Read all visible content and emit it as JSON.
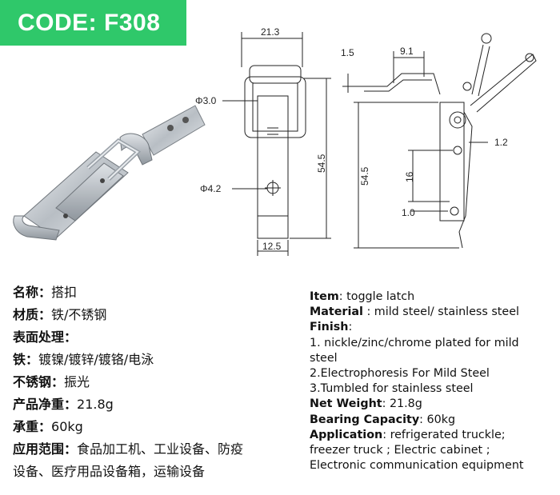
{
  "code_badge": "CODE: F308",
  "dimensions": {
    "top_width": "21.3",
    "hole_top": "Φ3.0",
    "hole_bottom": "Φ4.2",
    "height_front": "54.5",
    "bottom_width": "12.5",
    "side_top": "1.5",
    "side_offset": "9.1",
    "side_gap": "1.2",
    "side_mid": "16",
    "side_height": "54.5",
    "side_thick": "1.0"
  },
  "left_specs": {
    "name_label": "名称：",
    "name_value": "搭扣",
    "material_label": "材质：",
    "material_value": "铁/不锈钢",
    "surface_label": "表面处理：",
    "iron_label": "铁：",
    "iron_value": "镀镍/镀锌/镀铬/电泳",
    "steel_label": "不锈钢：",
    "steel_value": "振光",
    "weight_label": "产品净重：",
    "weight_value": "21.8g",
    "load_label": "承重：",
    "load_value": "60kg",
    "app_label": "应用范围：",
    "app_value_1": "食品加工机、工业设备、防疫",
    "app_value_2": "设备、医疗用品设备箱，运输设备"
  },
  "right_specs": {
    "item_label": "Item",
    "item_value": ": toggle latch",
    "material_label": "Material",
    "material_value": " : mild steel/ stainless steel",
    "finish_label": "Finish",
    "finish_colon": ":",
    "finish_1": "1. nickle/zinc/chrome plated for mild",
    "finish_1b": "steel",
    "finish_2": "2.Electrophoresis For Mild Steel",
    "finish_3": "3.Tumbled for stainless steel",
    "weight_label": "Net Weight",
    "weight_value": ": 21.8g",
    "capacity_label": "Bearing Capacity",
    "capacity_value": ": 60kg",
    "application_label": "Application",
    "application_value": ": refrigerated truckle;",
    "application_2": "freezer truck ; Electric cabinet ;",
    "application_3": "Electronic communication equipment"
  }
}
